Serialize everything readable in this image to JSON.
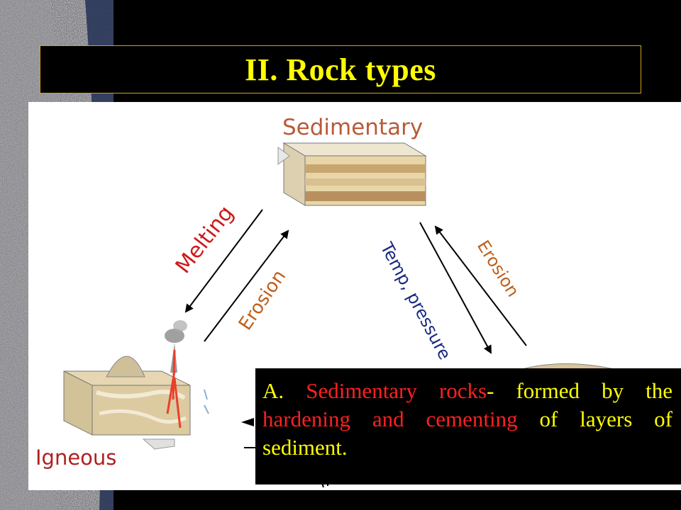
{
  "slide": {
    "title": "II. Rock types",
    "colors": {
      "background": "#000000",
      "title": "#ffff00",
      "highlight": "#ff2020",
      "border": "#d4a020"
    }
  },
  "diagram": {
    "labels": {
      "sedimentary": "Sedimentary",
      "igneous": "Igneous",
      "melting": "Melting",
      "erosion_left": "Erosion",
      "temp_pressure": "Temp, pressure",
      "erosion_right": "Erosion"
    },
    "icons": [
      "sedimentary-block-icon",
      "igneous-volcano-block-icon",
      "metamorphic-block-icon",
      "cycle-arrow-icon"
    ]
  },
  "definition": {
    "prefix": "A. ",
    "term": "Sedimentary rocks",
    "dash": "- ",
    "part1": "formed by the ",
    "highlight": "hardening and cementing",
    "part2": "  of layers of sediment."
  }
}
